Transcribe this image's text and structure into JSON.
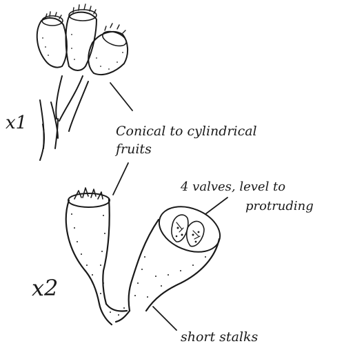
{
  "labels": {
    "scale_small": "x1",
    "scale_large": "x2",
    "fruit_shape_line1": "Conical to cylindrical",
    "fruit_shape_line2": "fruits",
    "valves_line1": "4 valves, level to",
    "valves_line2": "protruding",
    "stalks": "short stalks"
  },
  "colors": {
    "ink": "#1a1a1a",
    "paper": "#ffffff"
  }
}
